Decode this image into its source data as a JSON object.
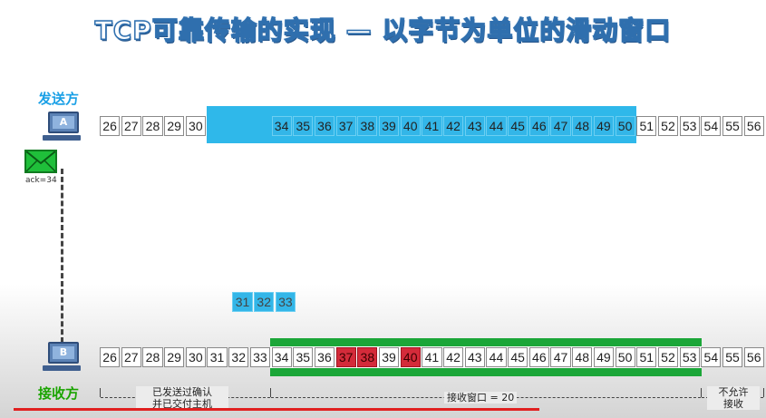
{
  "title": "TCP可靠传输的实现 — 以字节为单位的滑动窗口",
  "sender": {
    "label": "发送方",
    "host": "A"
  },
  "receiver": {
    "label": "接收方",
    "host": "B"
  },
  "ack_message": "ack=34",
  "sequence_numbers": [
    26,
    27,
    28,
    29,
    30,
    31,
    32,
    33,
    34,
    35,
    36,
    37,
    38,
    39,
    40,
    41,
    42,
    43,
    44,
    45,
    46,
    47,
    48,
    49,
    50,
    51,
    52,
    53,
    54,
    55,
    56
  ],
  "send_window": {
    "start": 31,
    "end": 50,
    "acked_color": "#33b6e8"
  },
  "receive_window": {
    "start": 34,
    "end": 53,
    "received": [
      37,
      38,
      40
    ],
    "color": "#1ba638",
    "received_color": "#d42b3a"
  },
  "annotations": {
    "sent_acked": "已发送过确认\n并已交付主机",
    "recv_window": "接收窗口 = 20",
    "not_allowed": "不允许\n接收"
  },
  "colors": {
    "title_outline": "#2f6fae",
    "sender_label": "#1aa0e6",
    "receiver_label": "#1aa400"
  }
}
